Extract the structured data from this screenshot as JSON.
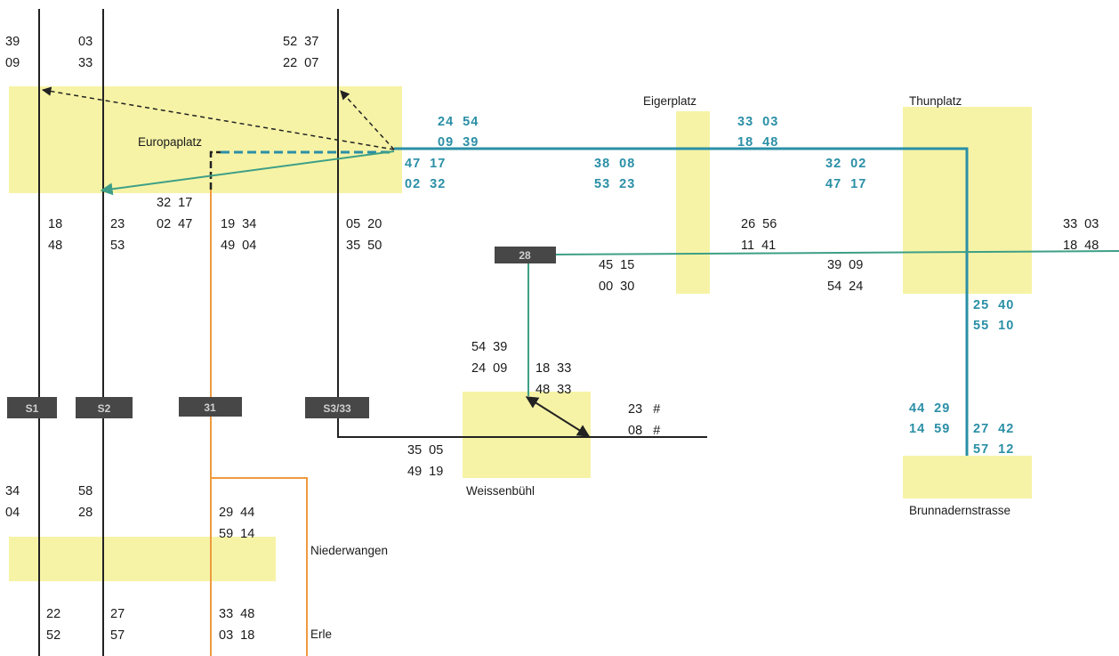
{
  "colors": {
    "stop_area": "#f6f3a6",
    "line_black": "#222222",
    "line_blue": "#2a8fa6",
    "line_green": "#3e9f86",
    "line_orange": "#ee9a3e",
    "badge_bg": "#474747",
    "badge_text": "#cfcfcf"
  },
  "stops": {
    "europaplatz": "Europaplatz",
    "eigerplatz": "Eigerplatz",
    "thunplatz": "Thunplatz",
    "weissenbuehl": "Weissenbühl",
    "brunnadernstrasse": "Brunnadernstrasse",
    "niederwangen": "Niederwangen",
    "erle": "Erle"
  },
  "line_badges": {
    "s1": "S1",
    "s2": "S2",
    "l31": "31",
    "s3_33": "S3/33",
    "l28": "28"
  },
  "times": {
    "s1_top": [
      "39",
      "09"
    ],
    "s2_top": [
      "03",
      "33"
    ],
    "s3_top": [
      "52  37",
      "22  07"
    ],
    "s1_mid": [
      "18",
      "48"
    ],
    "s2_mid": [
      "23",
      "53"
    ],
    "l31_mid_a": [
      "32  17",
      "02  47"
    ],
    "l31_mid_b": [
      "19  34",
      "49  04"
    ],
    "s3_mid": [
      "05  20",
      "35  50"
    ],
    "europa_blue_up": [
      "24  54",
      "09  39"
    ],
    "europa_blue_down": [
      "47  17",
      "02  32"
    ],
    "mid_blue": [
      "38  08",
      "53  23"
    ],
    "eiger_blue": [
      "33  03",
      "18  48"
    ],
    "thun_blue_west": [
      "32  02",
      "47  17"
    ],
    "eiger_green": [
      "26  56",
      "11  41"
    ],
    "l28_start": [
      "45  15",
      "00  30"
    ],
    "thun_green_west": [
      "39  09",
      "54  24"
    ],
    "thun_green_east": [
      "33  03",
      "18  48"
    ],
    "thun_blue_south": [
      "25  40",
      "55  10"
    ],
    "l28_down_a": [
      "54  39",
      "24  09"
    ],
    "l28_down_b": [
      "18  33",
      "48  33"
    ],
    "weiss_east": [
      "23   #",
      "08   #"
    ],
    "weiss_west": [
      "35  05",
      "49  19"
    ],
    "brunn_a": [
      "44  29",
      "14  59"
    ],
    "brunn_b": [
      "27  42",
      "57  12"
    ],
    "s1_low": [
      "34",
      "04"
    ],
    "s2_low": [
      "58",
      "28"
    ],
    "l31_low": [
      "29  44",
      "59  14"
    ],
    "s1_bottom": [
      "22",
      "52"
    ],
    "s2_bottom": [
      "27",
      "57"
    ],
    "l31_bottom": [
      "33  48",
      "03  18"
    ]
  }
}
